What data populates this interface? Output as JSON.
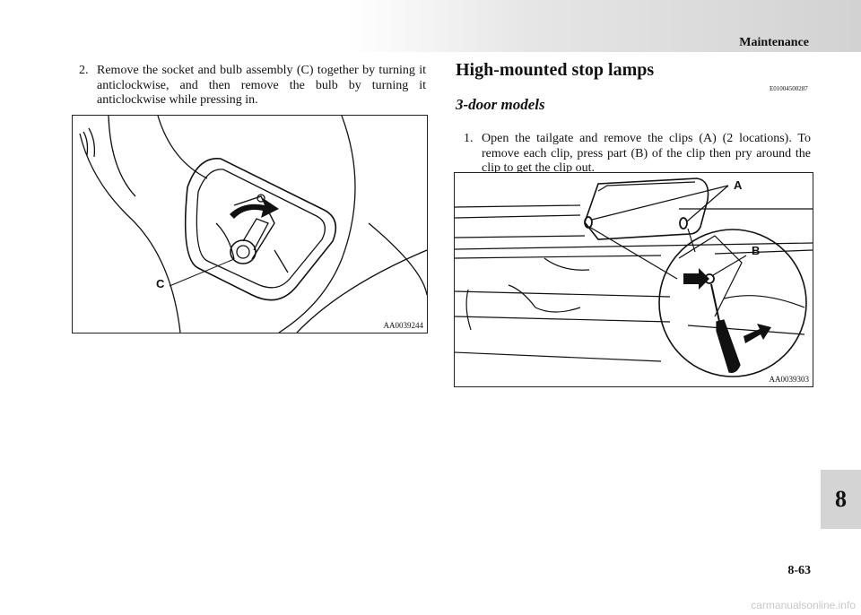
{
  "header": {
    "section": "Maintenance"
  },
  "left_column": {
    "step2": {
      "number": "2.",
      "text": "Remove the socket and bulb assembly (C) together by turning it anticlockwise, and then remove the bulb by turning it anticlockwise while pressing in."
    },
    "figure1": {
      "label_c": "C",
      "code": "AA0039244"
    }
  },
  "right_column": {
    "heading": "High-mounted stop lamps",
    "heading_code": "E01004500287",
    "subheading": "3-door models",
    "step1": {
      "number": "1.",
      "text": "Open the tailgate and remove the clips (A) (2 locations). To remove each clip, press part (B) of the clip then pry around the clip to get the clip out."
    },
    "figure2": {
      "label_a": "A",
      "label_b": "B",
      "code": "AA0039303"
    }
  },
  "chapter_tab": "8",
  "page_number": "8-63",
  "watermark": "carmanualsonline.info"
}
